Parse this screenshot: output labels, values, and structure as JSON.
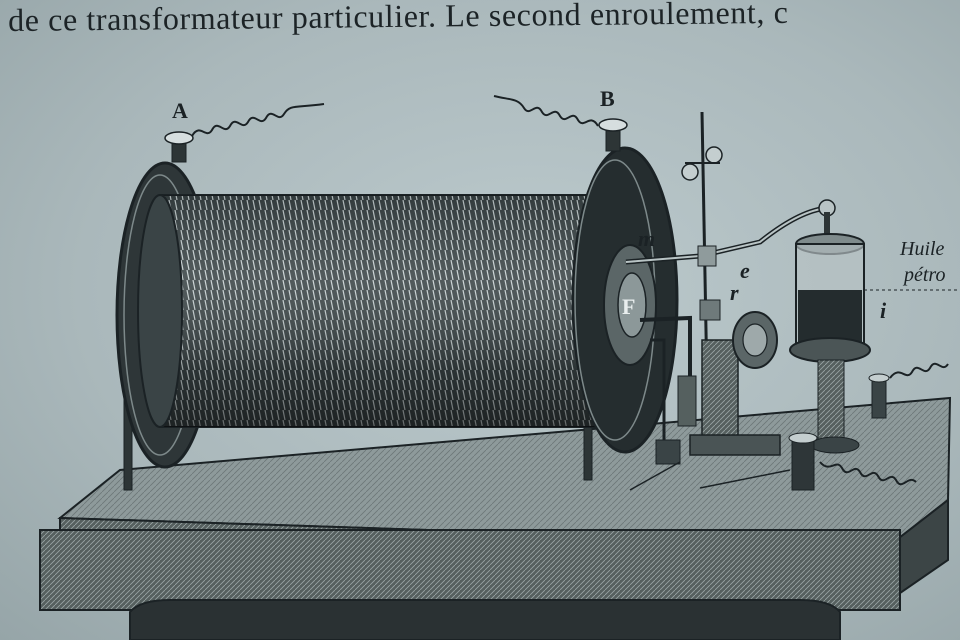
{
  "document": {
    "text_line": "de ce transformateur particulier. Le second enroulement, c"
  },
  "figure": {
    "labels": {
      "a": "A",
      "b": "B",
      "m": "m",
      "e": "e",
      "r": "r",
      "f": "F",
      "i": "i",
      "side_1": "Huile",
      "side_2": "pétro"
    }
  },
  "colors": {
    "paper": "#aebcbf",
    "ink": "#1b2225"
  }
}
